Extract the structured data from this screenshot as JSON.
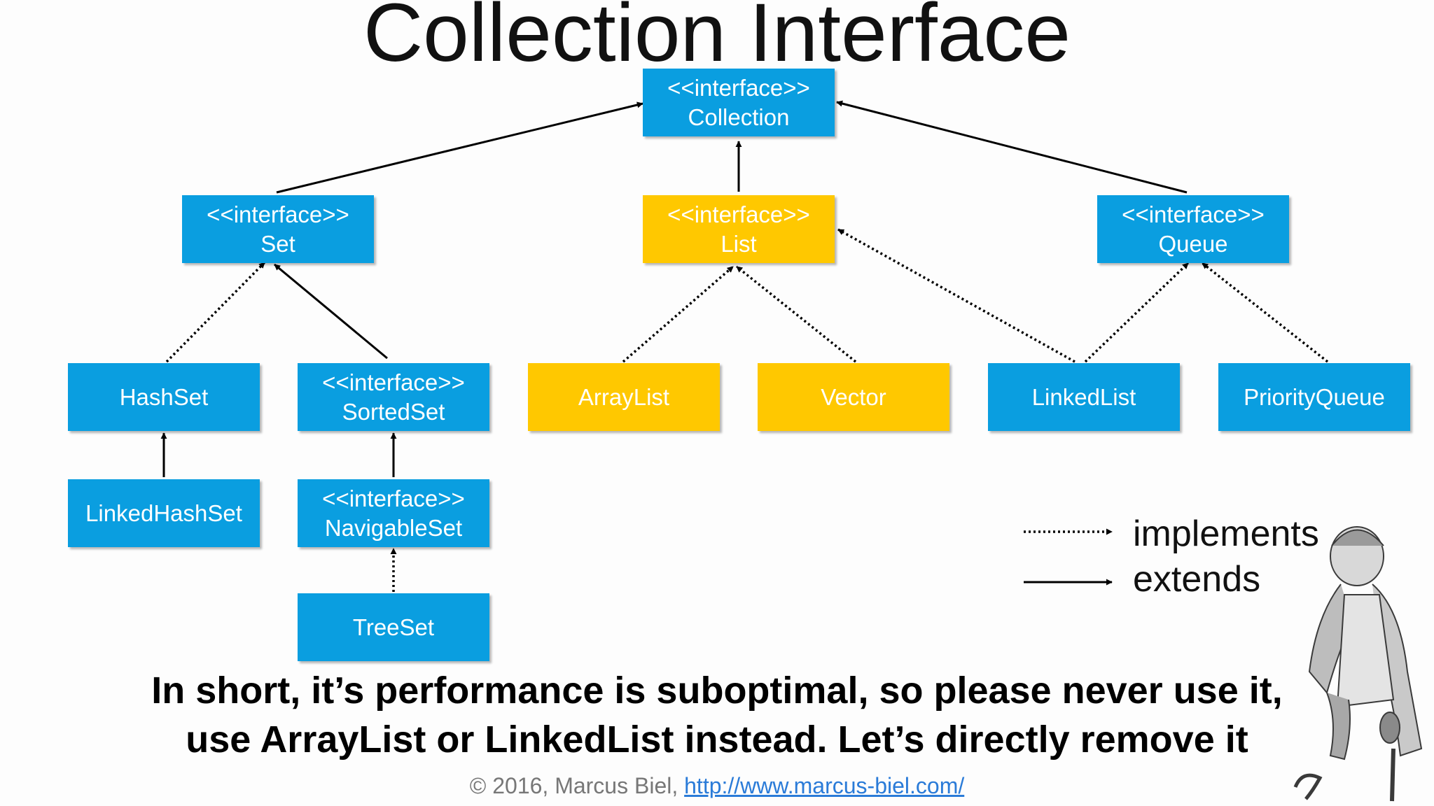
{
  "title": "Collection Interface",
  "nodes": {
    "collection": {
      "stereotype": "<<interface>>",
      "name": "Collection"
    },
    "set": {
      "stereotype": "<<interface>>",
      "name": "Set"
    },
    "list": {
      "stereotype": "<<interface>>",
      "name": "List"
    },
    "queue": {
      "stereotype": "<<interface>>",
      "name": "Queue"
    },
    "hashset": {
      "name": "HashSet"
    },
    "sortedset": {
      "stereotype": "<<interface>>",
      "name": "SortedSet"
    },
    "arraylist": {
      "name": "ArrayList"
    },
    "vector": {
      "name": "Vector"
    },
    "linkedlist": {
      "name": "LinkedList"
    },
    "priorityqueue": {
      "name": "PriorityQueue"
    },
    "linkedhashset": {
      "name": "LinkedHashSet"
    },
    "navigableset": {
      "stereotype": "<<interface>>",
      "name": "NavigableSet"
    },
    "treeset": {
      "name": "TreeSet"
    }
  },
  "edges": [
    {
      "from": "Set",
      "to": "Collection",
      "type": "extends"
    },
    {
      "from": "List",
      "to": "Collection",
      "type": "extends"
    },
    {
      "from": "Queue",
      "to": "Collection",
      "type": "extends"
    },
    {
      "from": "HashSet",
      "to": "Set",
      "type": "implements"
    },
    {
      "from": "SortedSet",
      "to": "Set",
      "type": "extends"
    },
    {
      "from": "ArrayList",
      "to": "List",
      "type": "implements"
    },
    {
      "from": "Vector",
      "to": "List",
      "type": "implements"
    },
    {
      "from": "LinkedList",
      "to": "List",
      "type": "implements"
    },
    {
      "from": "LinkedList",
      "to": "Queue",
      "type": "implements"
    },
    {
      "from": "PriorityQueue",
      "to": "Queue",
      "type": "implements"
    },
    {
      "from": "LinkedHashSet",
      "to": "HashSet",
      "type": "extends"
    },
    {
      "from": "NavigableSet",
      "to": "SortedSet",
      "type": "extends"
    },
    {
      "from": "TreeSet",
      "to": "NavigableSet",
      "type": "implements"
    }
  ],
  "legend": {
    "implements": "implements",
    "extends": "extends"
  },
  "caption": {
    "line1": "In short, it’s performance is suboptimal, so please never use it,",
    "line2": "use ArrayList or LinkedList instead. Let’s directly remove it"
  },
  "footer": {
    "copyright": "© 2016, Marcus Biel, ",
    "link": "http://www.marcus-biel.com/"
  },
  "colors": {
    "interface_blue": "#0a9ee0",
    "list_yellow": "#ffc800",
    "title_text": "#111111",
    "link": "#2a7bd8"
  }
}
